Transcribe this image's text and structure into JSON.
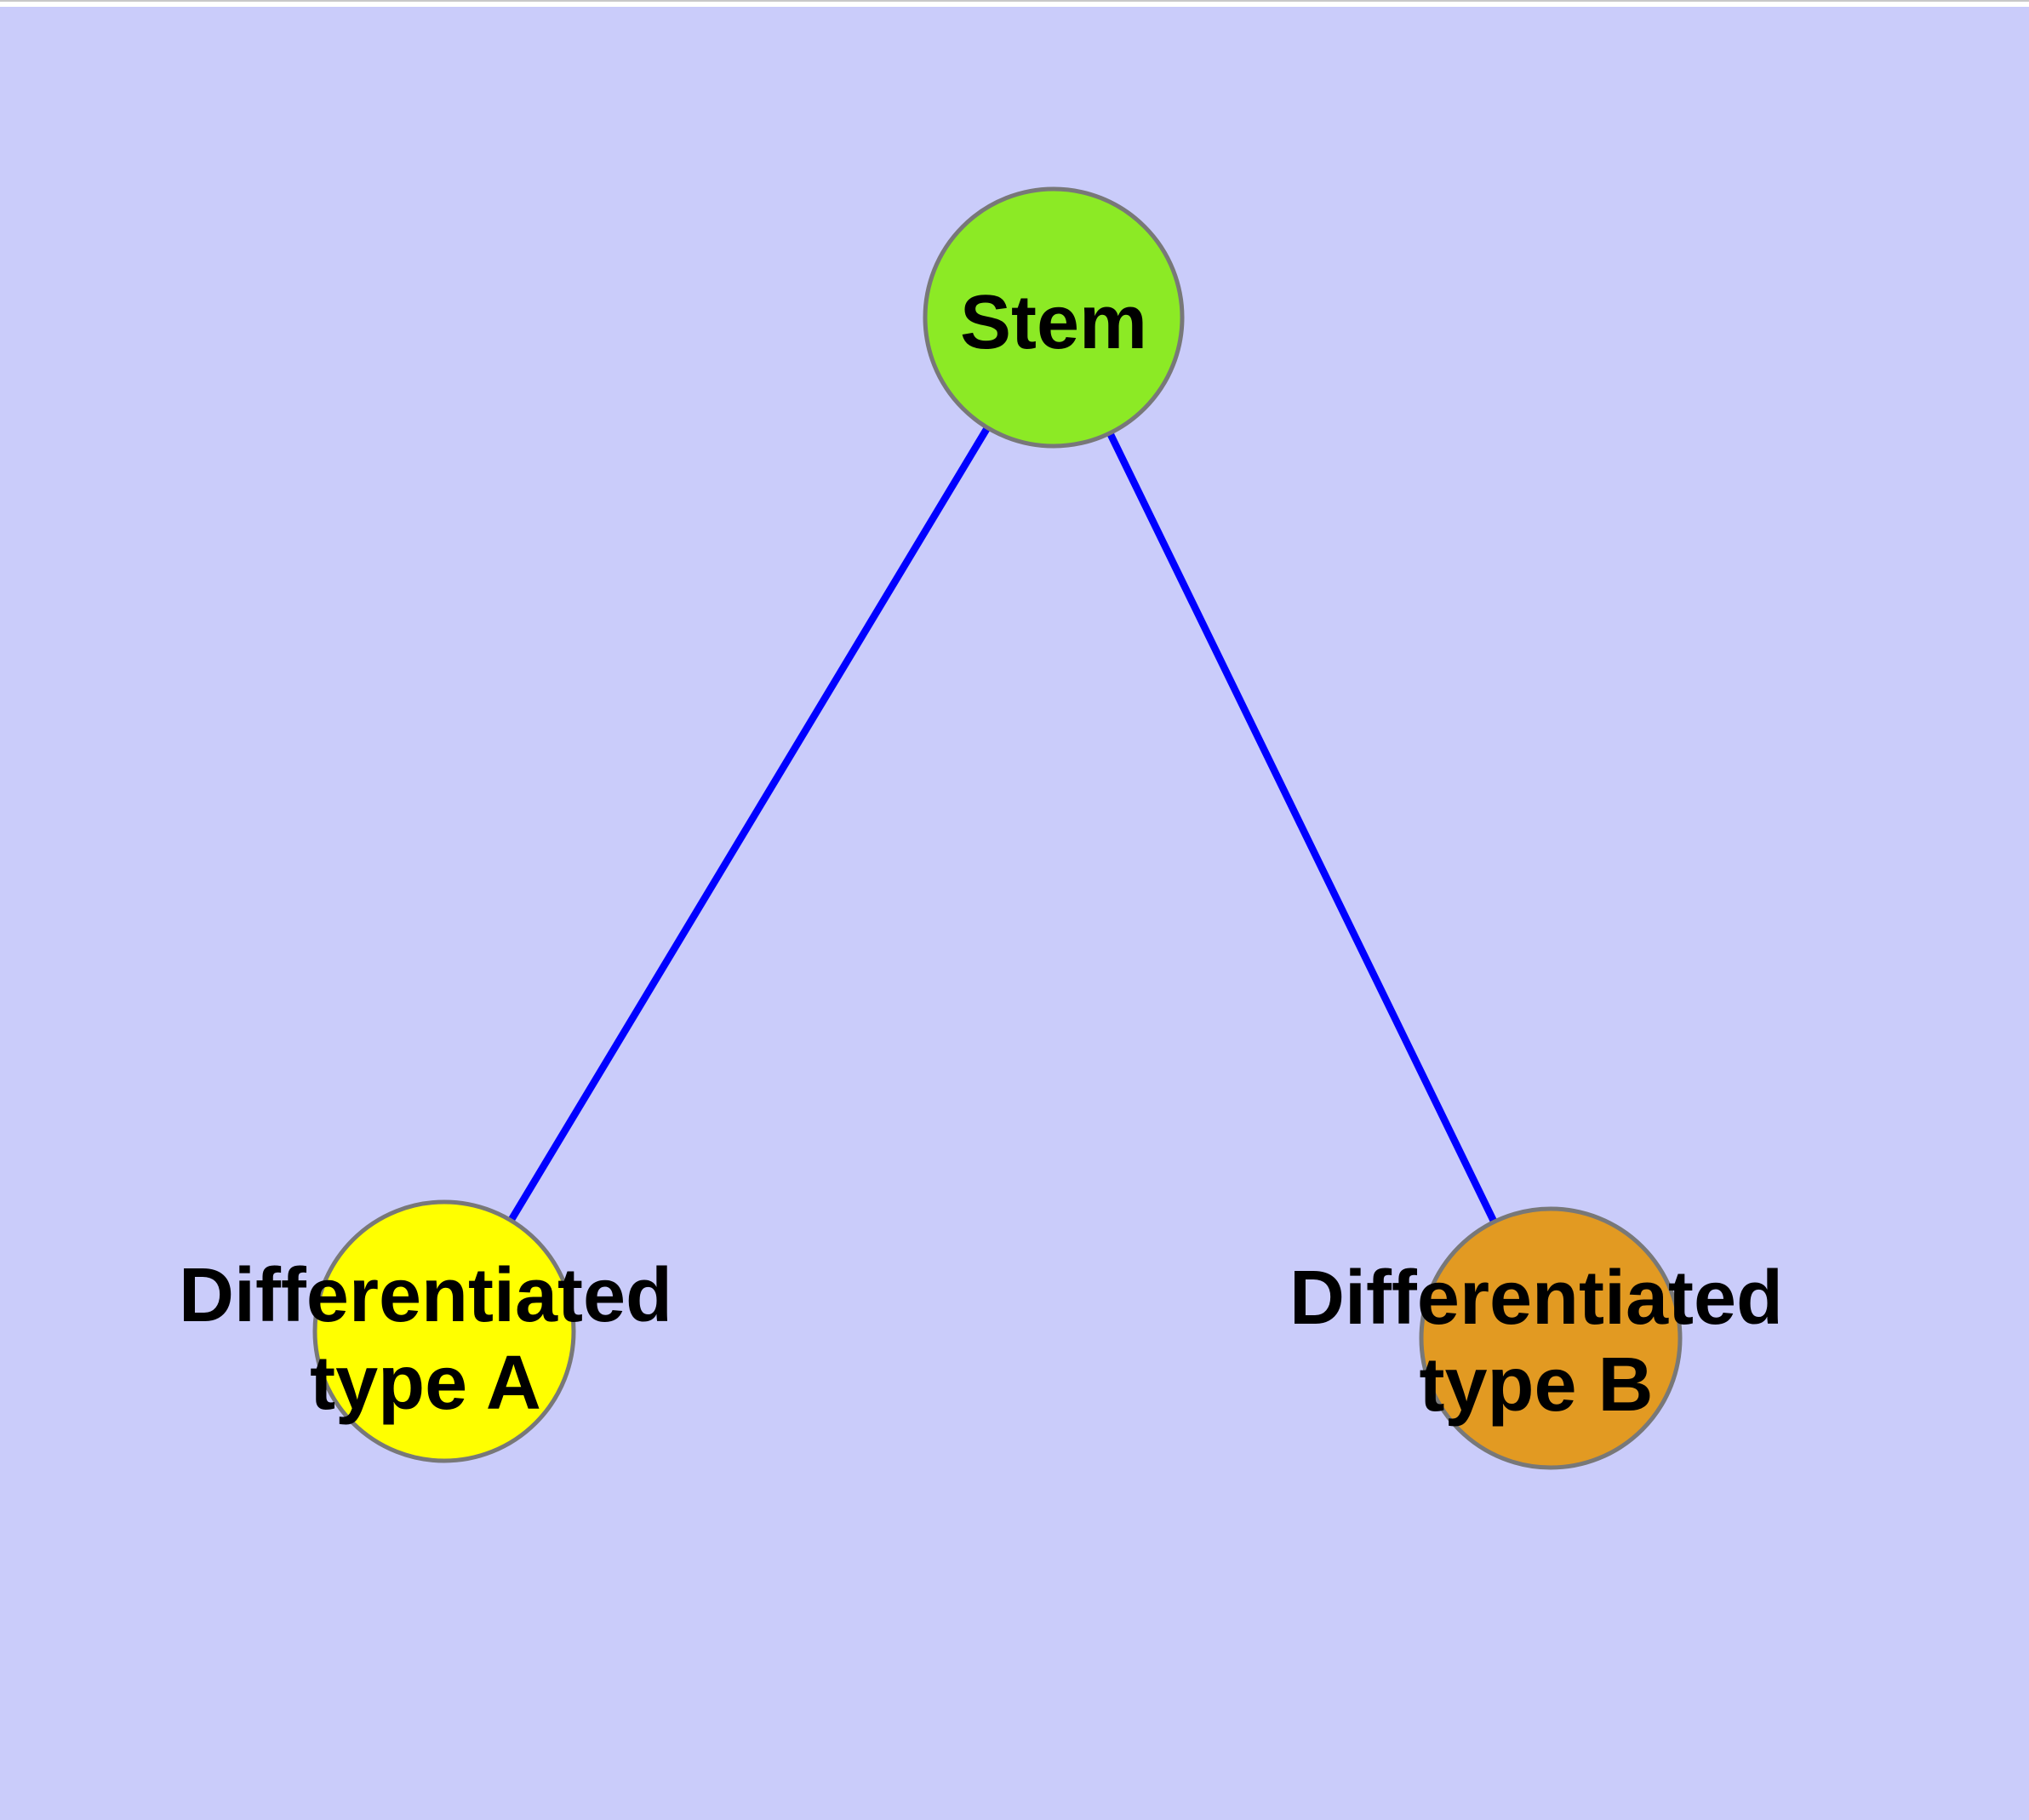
{
  "diagram": {
    "background_color": "#CACCFA",
    "frame_color": "#FFFFFF",
    "frame_edge_color": "#C8C8C8",
    "edge_color": "#0000FF",
    "node_border_color": "#787878",
    "label_color": "#000000",
    "nodes": {
      "stem": {
        "label": "Stem",
        "fill": "#8CEA25"
      },
      "type_a": {
        "label_line1": "Differentiated",
        "label_line2": "type A",
        "fill": "#FFFF00"
      },
      "type_b": {
        "label_line1": "Differentiated",
        "label_line2": "type B",
        "fill": "#E29A22"
      }
    },
    "edges": [
      {
        "from": "stem",
        "to": "type_a"
      },
      {
        "from": "stem",
        "to": "type_b"
      }
    ]
  }
}
